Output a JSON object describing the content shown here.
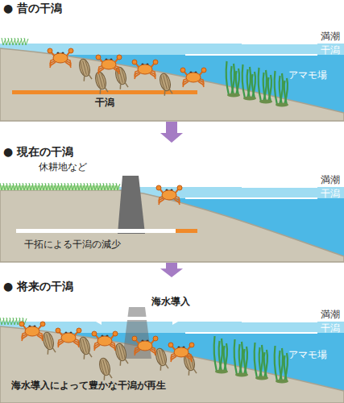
{
  "diagram": {
    "nodes": [
      {
        "text": [
          "● 昔の干潟"
        ]
      },
      {
        "text": [
          "● 現在の干潟"
        ]
      },
      {
        "text": [
          "● 将来の干潟"
        ]
      }
    ],
    "edges": [
      {
        "from": 0,
        "to": 1,
        "arrow": "to"
      },
      {
        "from": 1,
        "to": 2,
        "arrow": "to"
      }
    ],
    "labels": [
      "満潮",
      "干潟",
      "アマモ場",
      "干潟",
      "休耕地など",
      "満潮",
      "干潟",
      "干拓による干潟の減少",
      "海水導入",
      "満潮",
      "干潟",
      "アマモ場",
      "海水導入によって豊かな干潟が再生"
    ]
  }
}
